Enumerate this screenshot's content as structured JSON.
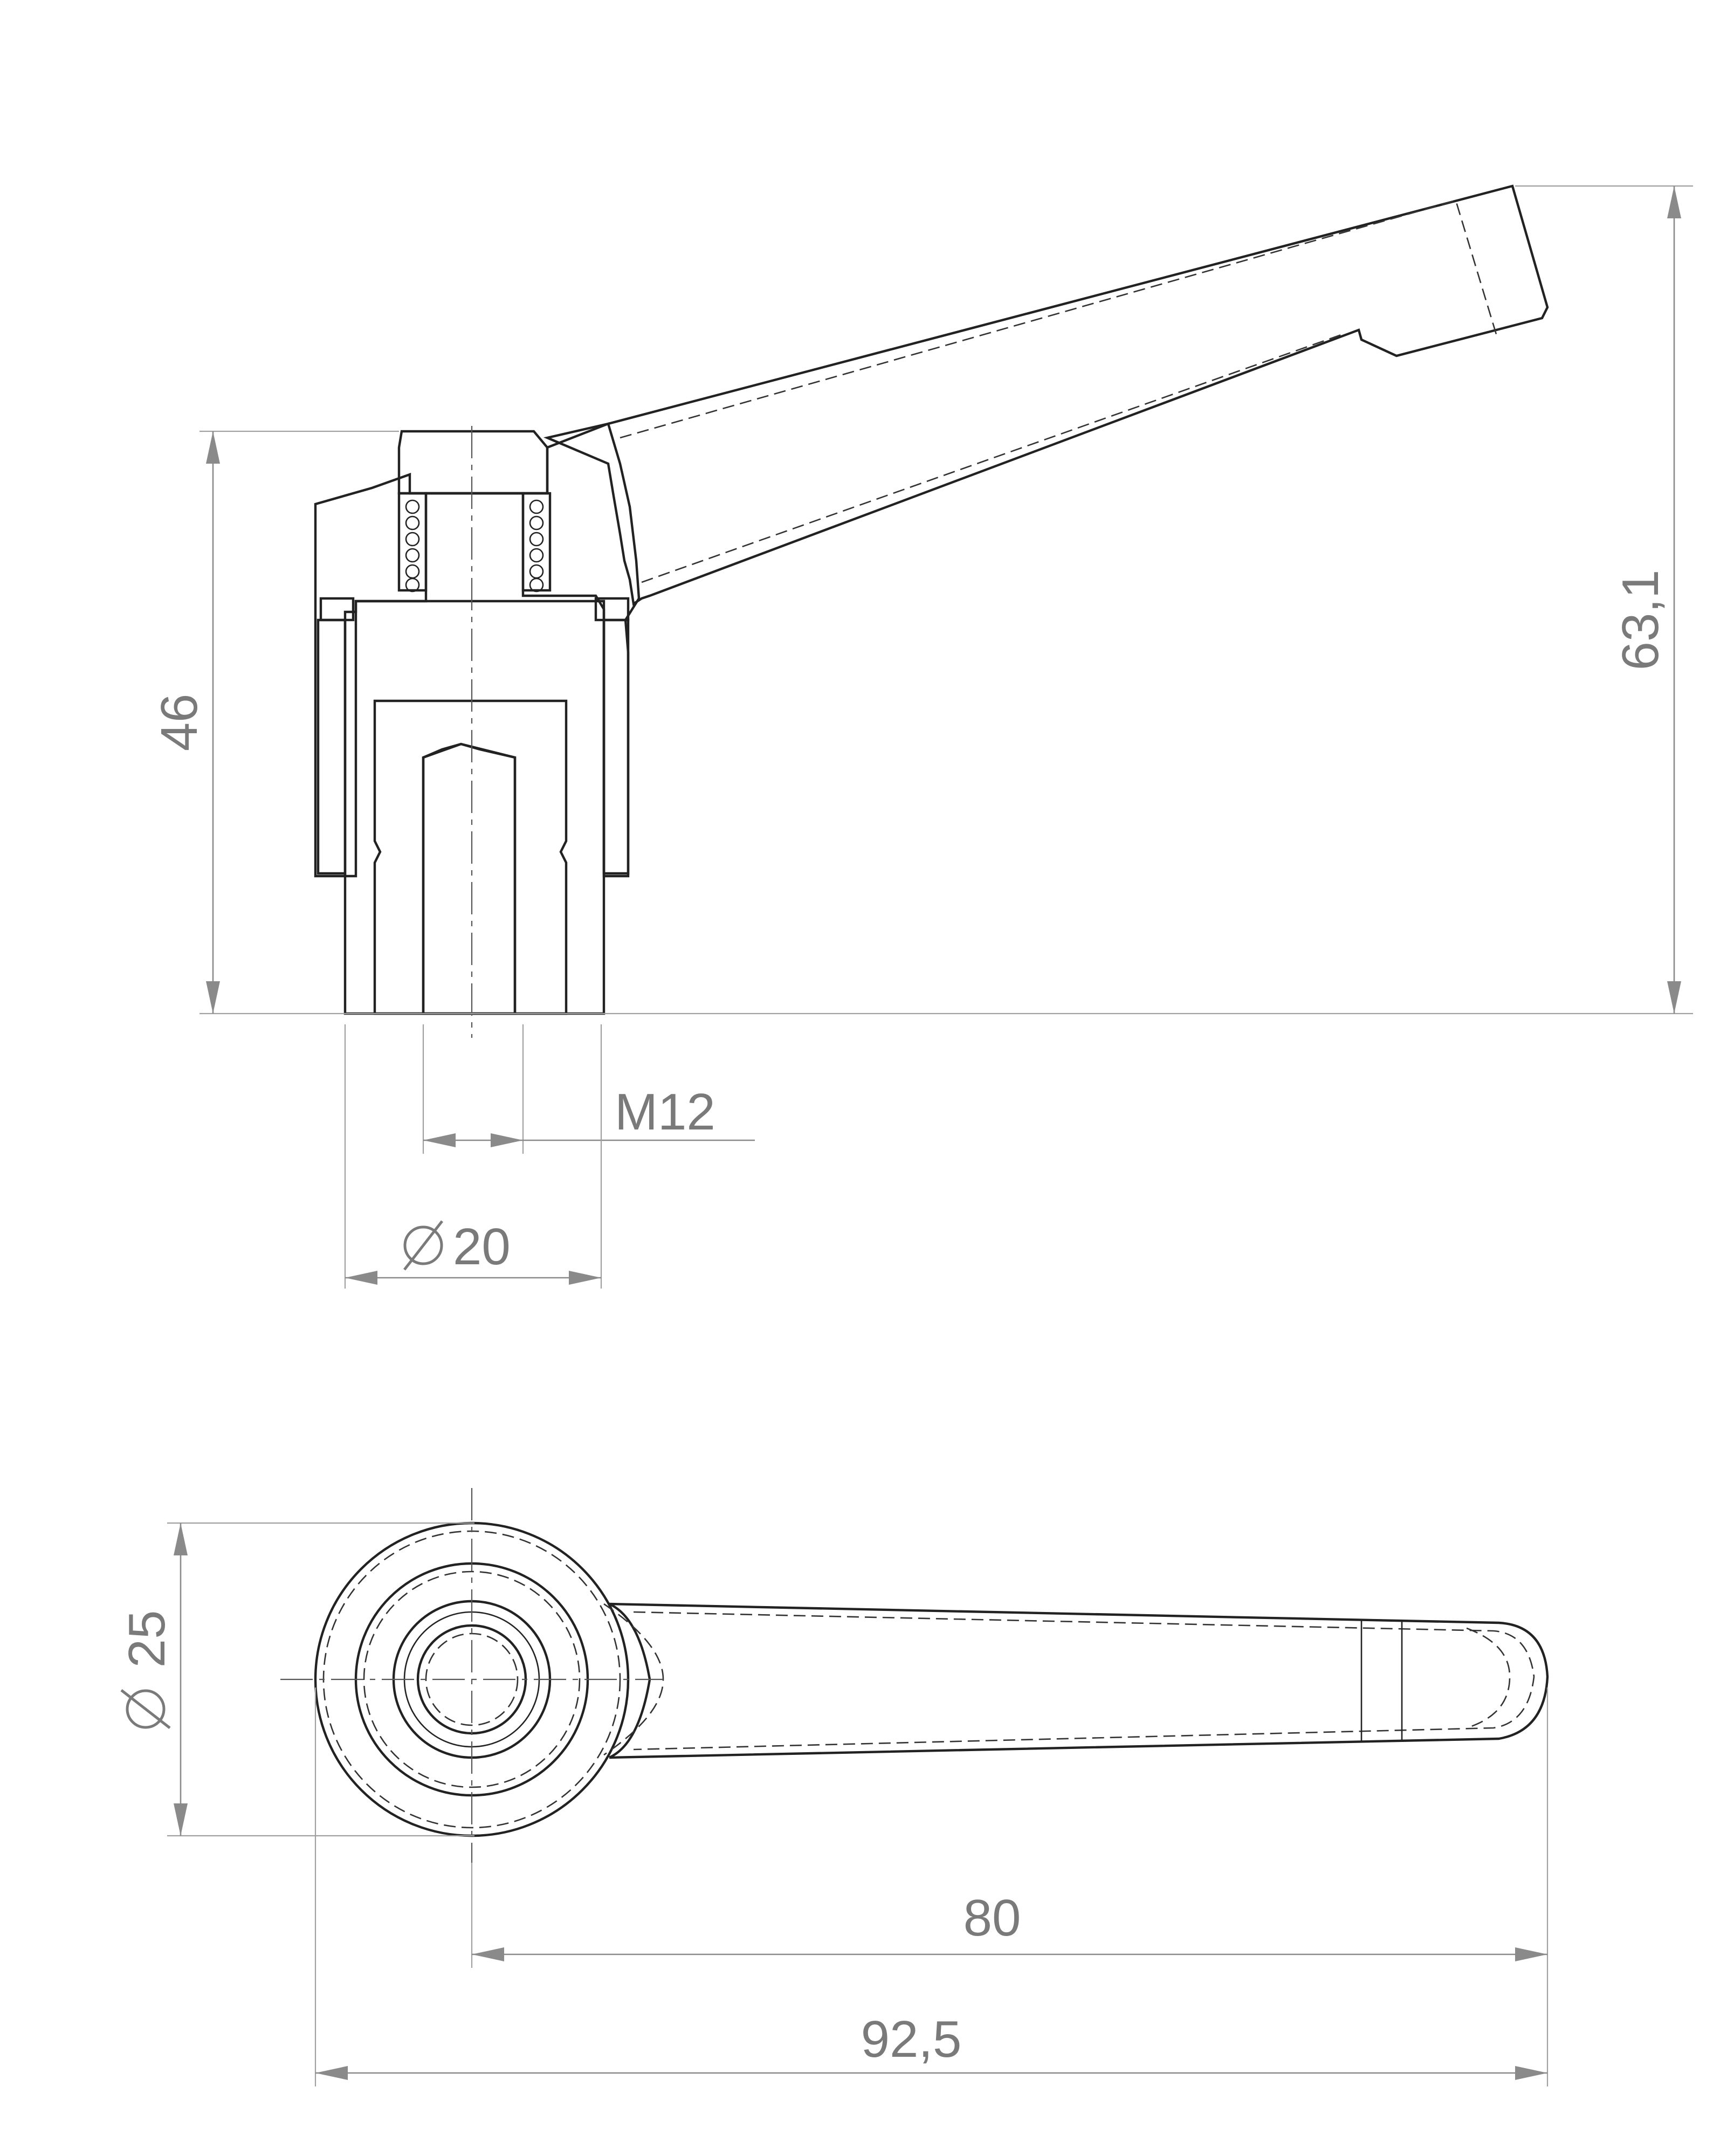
{
  "dimensions": {
    "height_total": "46",
    "height_lever": "63,1",
    "thread": "M12",
    "hub_diameter": "20",
    "hub_diameter_top": "25",
    "lever_length": "80",
    "overall_length": "92,5"
  },
  "symbols": {
    "diameter": "diameter-symbol"
  },
  "colors": {
    "geometry": "#222222",
    "dimension": "#8a8a8a",
    "text": "#7a7a7a"
  }
}
